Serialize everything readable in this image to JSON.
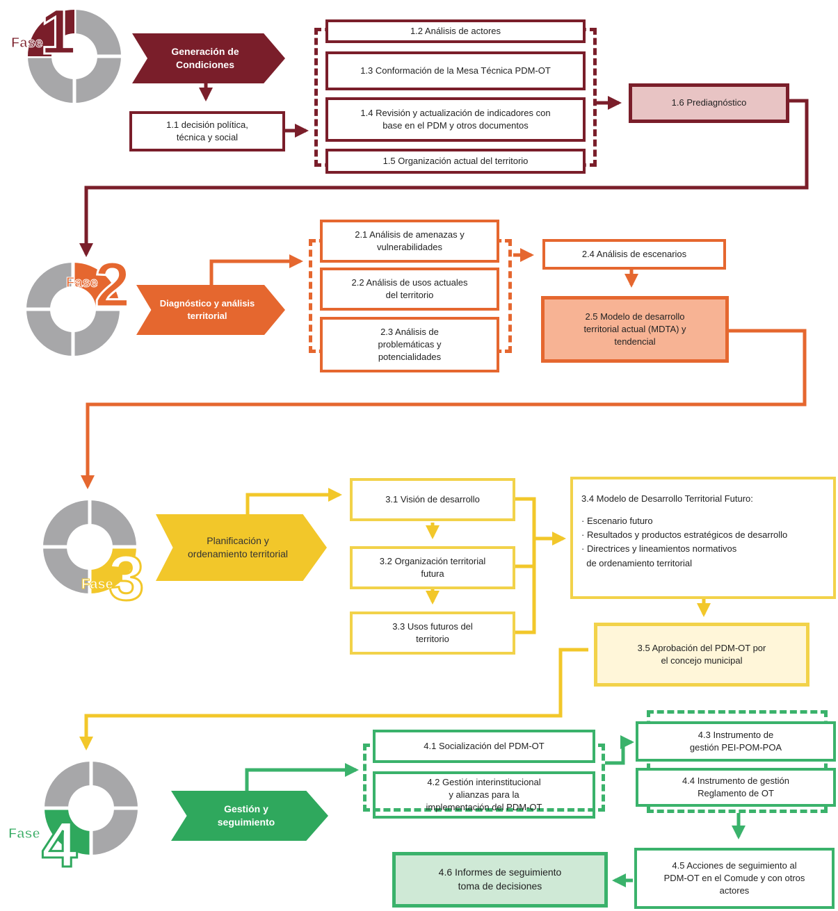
{
  "phases": [
    {
      "word": "Fase",
      "number": "1",
      "title": "Generación de\nCondiciones",
      "color": "#7a1e2a"
    },
    {
      "word": "Fase",
      "number": "2",
      "title": "Diagnóstico y análisis\nterritorial",
      "color": "#e5672f"
    },
    {
      "word": "Fase",
      "number": "3",
      "title": "Planificación y\nordenamiento territorial",
      "color": "#f2c72a"
    },
    {
      "word": "Fase",
      "number": "4",
      "title": "Gestión y\nseguimiento",
      "color": "#2fa85d"
    }
  ],
  "phase1": {
    "b11": "1.1 decisión política,\ntécnica y social",
    "b12": "1.2 Análisis de actores",
    "b13": "1.3 Conformación de  la Mesa Técnica PDM-OT",
    "b14": "1.4 Revisión y actualización de indicadores con\nbase en el PDM y otros documentos",
    "b15": "1.5 Organización actual del territorio",
    "b16": "1.6 Prediagnóstico"
  },
  "phase2": {
    "b21": "2.1 Análisis de amenazas y\nvulnerabilidades",
    "b22": "2.2 Análisis de usos actuales\ndel territorio",
    "b23": "2.3 Análisis de\nproblemáticas y\npotencialidades",
    "b24": "2.4 Análisis de escenarios",
    "b25": "2.5 Modelo de desarrollo\nterritorial actual (MDTA) y\ntendencial"
  },
  "phase3": {
    "b31": "3.1 Visión de desarrollo",
    "b32": "3.2 Organización territorial\nfutura",
    "b33": "3.3 Usos futuros del\nterritorio",
    "b34_title": "3.4 Modelo de Desarrollo Territorial Futuro:",
    "b34_items": [
      "· Escenario futuro",
      "· Resultados y productos estratégicos de desarrollo",
      "· Directrices y lineamientos normativos\n  de ordenamiento territorial"
    ],
    "b35": "3.5 Aprobación del PDM-OT por\nel concejo municipal"
  },
  "phase4": {
    "b41": "4.1 Socialización del PDM-OT",
    "b42": "4.2 Gestión interinstitucional\ny alianzas para la\nimplementación del PDM-OT",
    "b43": "4.3 Instrumento de\ngestión PEI-POM-POA",
    "b44": "4.4 Instrumento de gestión\nReglamento de OT",
    "b45": "4.5 Acciones de seguimiento al\nPDM-OT en el Comude y con otros\nactores",
    "b46": "4.6 Informes de seguimiento\ntoma de decisiones"
  },
  "colors": {
    "dark_red": "#7a1e2a",
    "orange": "#e5672f",
    "yellow": "#f2d24a",
    "green": "#3ab26b",
    "gray": "#a7a7a9",
    "fill16": "#e8c4c4",
    "fill25": "#f7b394",
    "fill35": "#fff6d9",
    "fill46": "#cfe9d6"
  }
}
